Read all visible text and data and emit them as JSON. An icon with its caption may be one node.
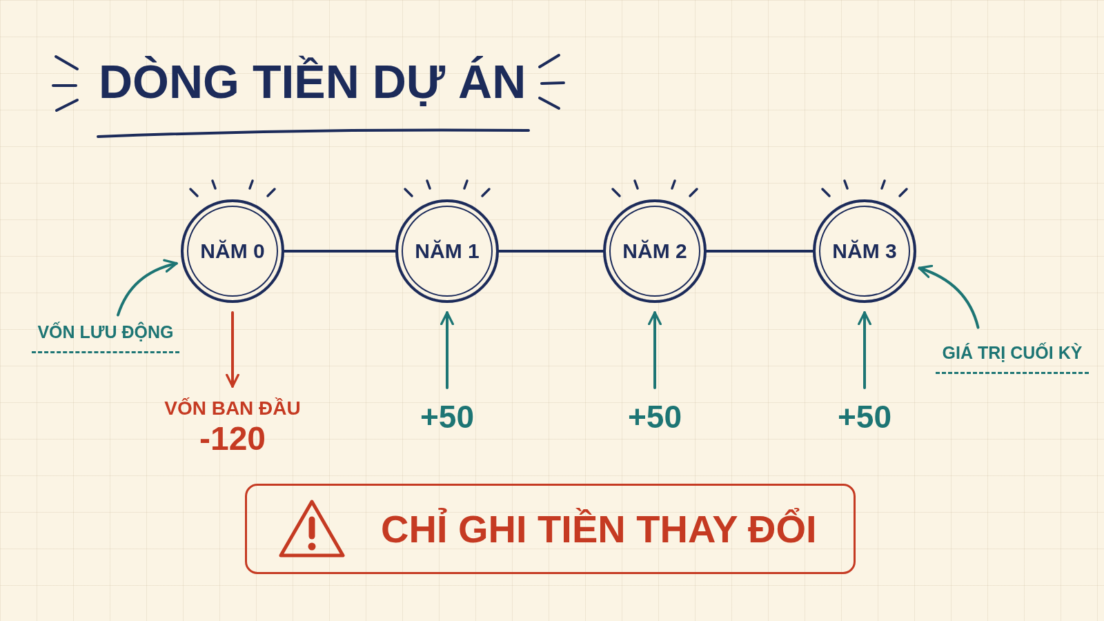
{
  "diagram": {
    "title": "DÒNG TIỀN DỰ ÁN",
    "nodes": [
      {
        "text": [
          "NĂM 0"
        ]
      },
      {
        "text": [
          "NĂM 1"
        ]
      },
      {
        "text": [
          "NĂM 2"
        ]
      },
      {
        "text": [
          "NĂM 3"
        ]
      },
      {
        "text": [
          "VỐN BAN ĐẦU",
          "-120"
        ]
      },
      {
        "text": [
          "+50"
        ]
      },
      {
        "text": [
          "+50"
        ]
      },
      {
        "text": [
          "+50"
        ]
      },
      {
        "text": [
          "VỐN LƯU ĐỘNG"
        ]
      },
      {
        "text": [
          "GIÁ TRỊ CUỐI KỲ"
        ]
      },
      {
        "text": [
          "CHỈ GHI TIỀN THAY ĐỔI"
        ]
      }
    ],
    "edges": [
      {
        "from": 0,
        "to": 1,
        "arrow": "none",
        "color": "#1c2b5a"
      },
      {
        "from": 1,
        "to": 2,
        "arrow": "none",
        "color": "#1c2b5a"
      },
      {
        "from": 2,
        "to": 3,
        "arrow": "none",
        "color": "#1c2b5a"
      },
      {
        "from": 8,
        "to": 0,
        "arrow": "to"
      },
      {
        "from": 0,
        "to": 4,
        "arrow": "to",
        "color": "#c53a22"
      },
      {
        "from": 5,
        "to": 1,
        "arrow": "to"
      },
      {
        "from": 6,
        "to": 2,
        "arrow": "to"
      },
      {
        "from": 7,
        "to": 3,
        "arrow": "to"
      },
      {
        "from": 9,
        "to": 3,
        "arrow": "to"
      }
    ]
  }
}
